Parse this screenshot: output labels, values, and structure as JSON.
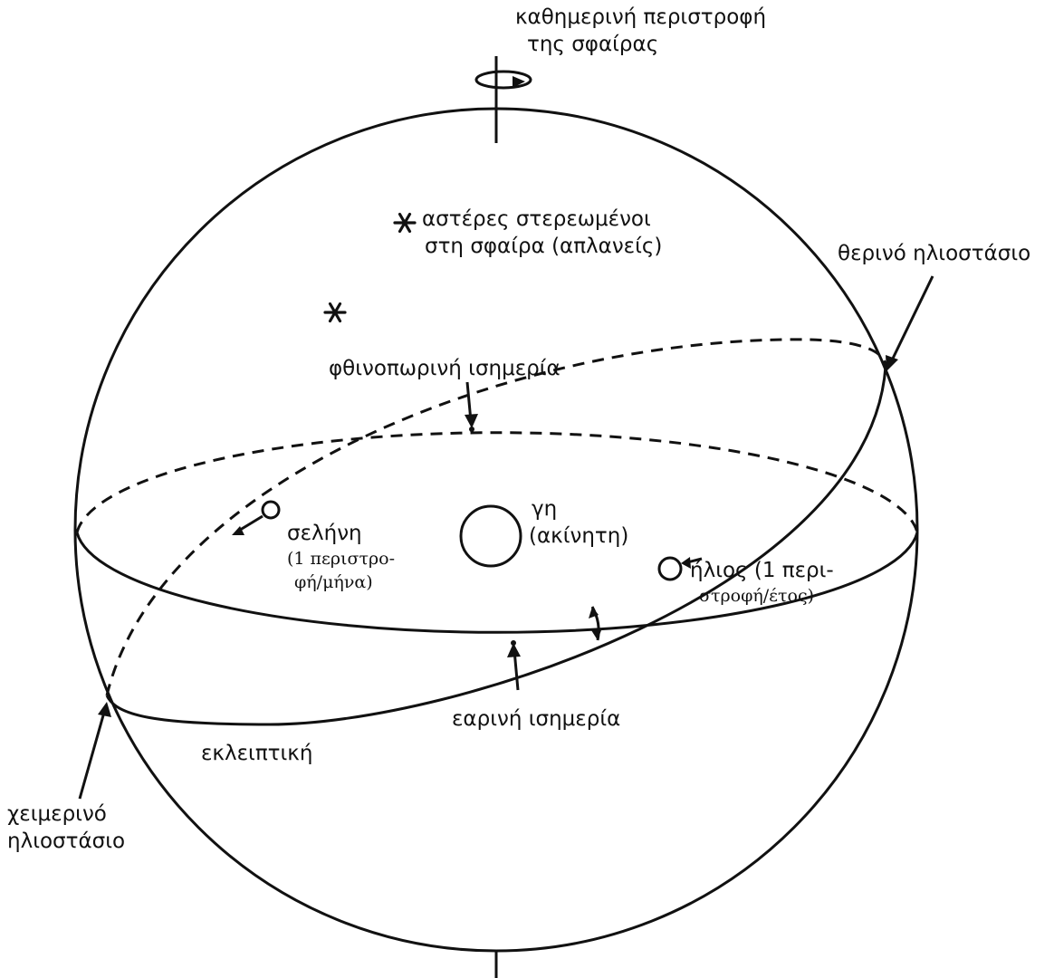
{
  "diagram": {
    "title_lines": [
      "καθημερινή περιστροφή",
      "της σφαίρας"
    ],
    "stars": [
      "αστέρες στερεωμένοι",
      "στη σφαίρα (απλανείς)"
    ],
    "summer_solstice": "θερινό ηλιοστάσιο",
    "autumn_equinox": "φθινοπωρινή ισημερία",
    "earth": [
      "γη",
      "(ακίνητη)"
    ],
    "moon": [
      "σελήνη",
      "(1 περιστρο-",
      "φή/μήνα)"
    ],
    "sun": [
      "ήλιος (1 περι-",
      "στροφή/έτος)"
    ],
    "spring_equinox": "εαρινή ισημερία",
    "ecliptic": "εκλειπτική",
    "winter_solstice": [
      "χειμερινό",
      "ηλιοστάσιο"
    ]
  },
  "colors": {
    "ink": "#111111",
    "background": "#ffffff"
  }
}
